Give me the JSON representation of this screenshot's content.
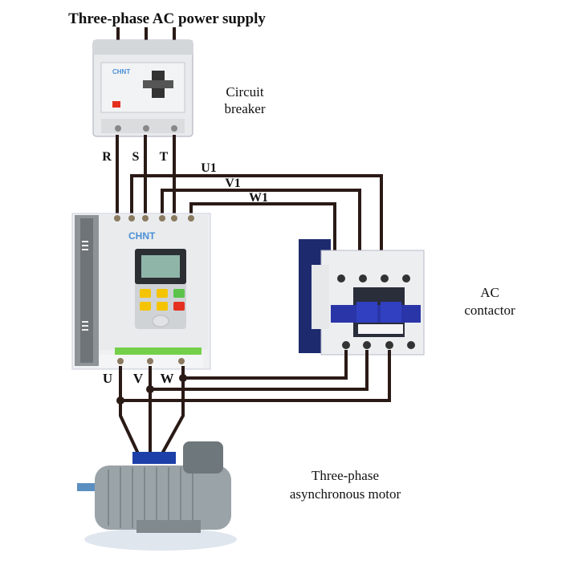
{
  "labels": {
    "supply": "Three-phase AC power supply",
    "breaker_line1": "Circuit",
    "breaker_line2": "breaker",
    "contactor_line1": "AC",
    "contactor_line2": "contactor",
    "motor_line1": "Three-phase",
    "motor_line2": "asynchronous motor"
  },
  "phases_in": [
    "R",
    "S",
    "T"
  ],
  "bypass": [
    "U1",
    "V1",
    "W1"
  ],
  "phases_out": [
    "U",
    "V",
    "W"
  ],
  "brand": "CHNT",
  "colors": {
    "wire": "#2a1a16",
    "brand": "#4a8fd6",
    "contactor_blue": "#1d2a6e",
    "motor_box": "#1c3fa8",
    "key_yellow": "#f5c400",
    "key_green": "#5cc34a",
    "key_red": "#e53020",
    "terminal_green": "#74d04a"
  }
}
